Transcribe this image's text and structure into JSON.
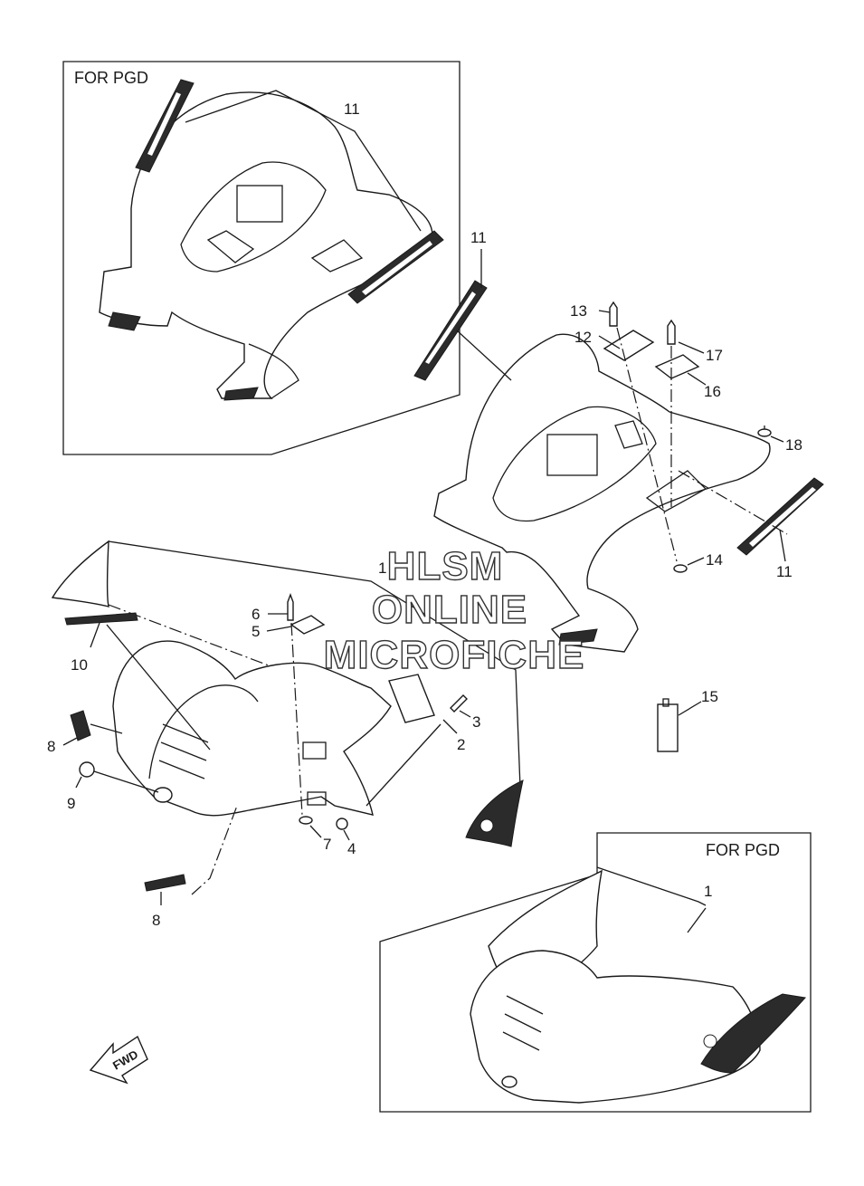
{
  "panels": [
    {
      "label": "FOR PGD",
      "callouts": [
        "11"
      ]
    },
    {
      "label": "FOR PGD",
      "callouts": [
        "1"
      ]
    }
  ],
  "callouts": [
    "1",
    "2",
    "3",
    "4",
    "5",
    "6",
    "7",
    "8",
    "8",
    "9",
    "10",
    "11",
    "11",
    "11",
    "12",
    "13",
    "14",
    "15",
    "16",
    "17",
    "18"
  ],
  "watermark": [
    "HLSM",
    "ONLINE",
    "MICROFICHE"
  ],
  "fwd_label": "FWD"
}
